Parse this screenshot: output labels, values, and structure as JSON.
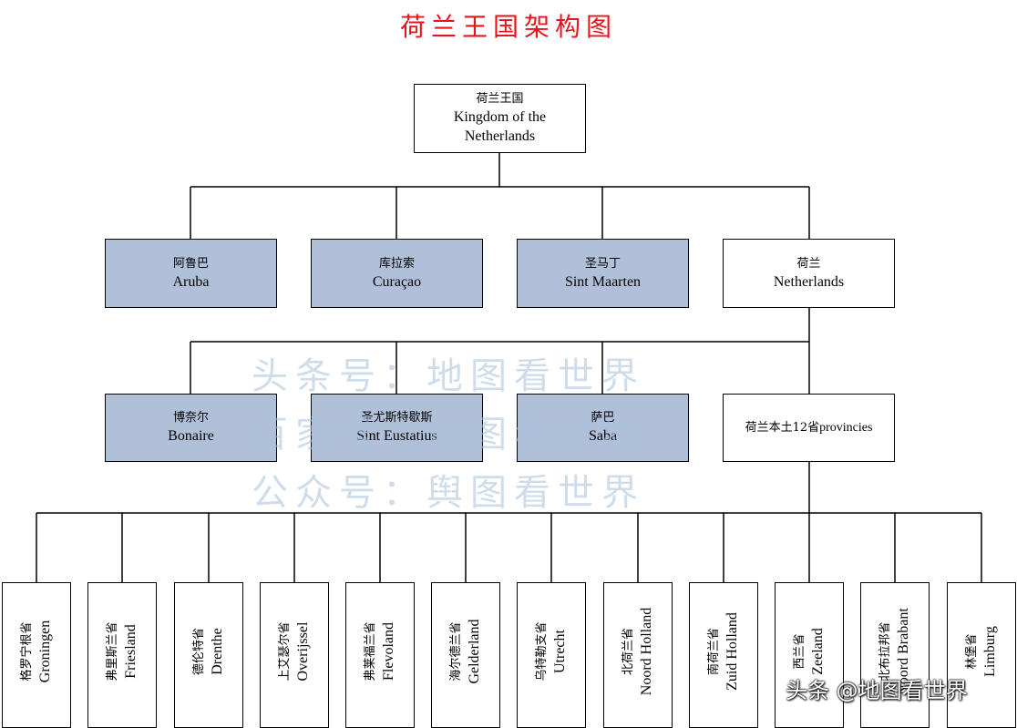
{
  "title": "荷兰王国架构图",
  "root": {
    "cn": "荷兰王国",
    "en": "Kingdom of the Netherlands"
  },
  "countries": [
    {
      "cn": "阿鲁巴",
      "en": "Aruba",
      "shaded": true
    },
    {
      "cn": "库拉索",
      "en": "Curaçao",
      "shaded": true
    },
    {
      "cn": "圣马丁",
      "en": "Sint Maarten",
      "shaded": true
    },
    {
      "cn": "荷兰",
      "en": "Netherlands",
      "shaded": false
    }
  ],
  "special_municipalities": [
    {
      "cn": "博奈尔",
      "en": "Bonaire",
      "shaded": true
    },
    {
      "cn": "圣尤斯特歇斯",
      "en": "Sint Eustatius",
      "shaded": true
    },
    {
      "cn": "萨巴",
      "en": "Saba",
      "shaded": true
    }
  ],
  "provinces_node": {
    "cn": "荷兰本土12省",
    "en": "provincies"
  },
  "provinces": [
    {
      "cn": "格罗宁根省",
      "en": "Groningen"
    },
    {
      "cn": "弗里斯兰省",
      "en": "Friesland"
    },
    {
      "cn": "德伦特省",
      "en": "Drenthe"
    },
    {
      "cn": "上艾瑟尔省",
      "en": "Overijssel"
    },
    {
      "cn": "弗莱福兰省",
      "en": "Flevoland"
    },
    {
      "cn": "海尔德兰省",
      "en": "Gelderland"
    },
    {
      "cn": "乌特勒支省",
      "en": "Utrecht"
    },
    {
      "cn": "北荷兰省",
      "en": "Noord Holland"
    },
    {
      "cn": "南荷兰省",
      "en": "Zuid Holland"
    },
    {
      "cn": "西兰省",
      "en": "Zeeland"
    },
    {
      "cn": "北布拉邦省",
      "en": "Noord Brabant"
    },
    {
      "cn": "林堡省",
      "en": "Limburg"
    }
  ],
  "watermarks": [
    "头条号：地图看世界",
    "百家号：地图看世界",
    "公众号：舆图看世界"
  ],
  "corner_watermark": "头条 @地图看世界",
  "colors": {
    "title": "#e8141b",
    "shaded_box": "#b1c0d9",
    "watermark": "#a9c3dc"
  }
}
